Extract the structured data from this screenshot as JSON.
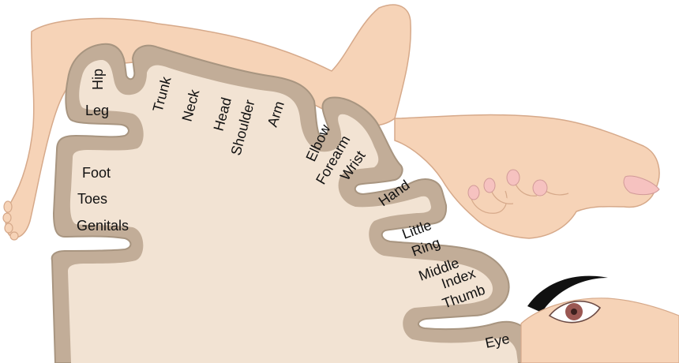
{
  "colors": {
    "background": "#ffffff",
    "cortex_fill": "#c2ad98",
    "cortex_stroke": "#a89580",
    "white_matter": "#f2e3d3",
    "skin": "#f6d3b7",
    "skin_shadow": "#e4b597",
    "nail": "#f6c2c0",
    "brow": "#111111",
    "iris": "#9a5752",
    "label_text": "#111111"
  },
  "labels": {
    "hip": "Hip",
    "leg": "Leg",
    "trunk": "Trunk",
    "neck": "Neck",
    "head": "Head",
    "shoulder": "Shoulder",
    "arm": "Arm",
    "elbow": "Elbow",
    "forearm": "Forearm",
    "wrist": "Wrist",
    "hand": "Hand",
    "foot": "Foot",
    "toes": "Toes",
    "genitals": "Genitals",
    "little": "Little",
    "ring": "Ring",
    "middle": "Middle",
    "index": "Index",
    "thumb": "Thumb",
    "eye": "Eye"
  }
}
